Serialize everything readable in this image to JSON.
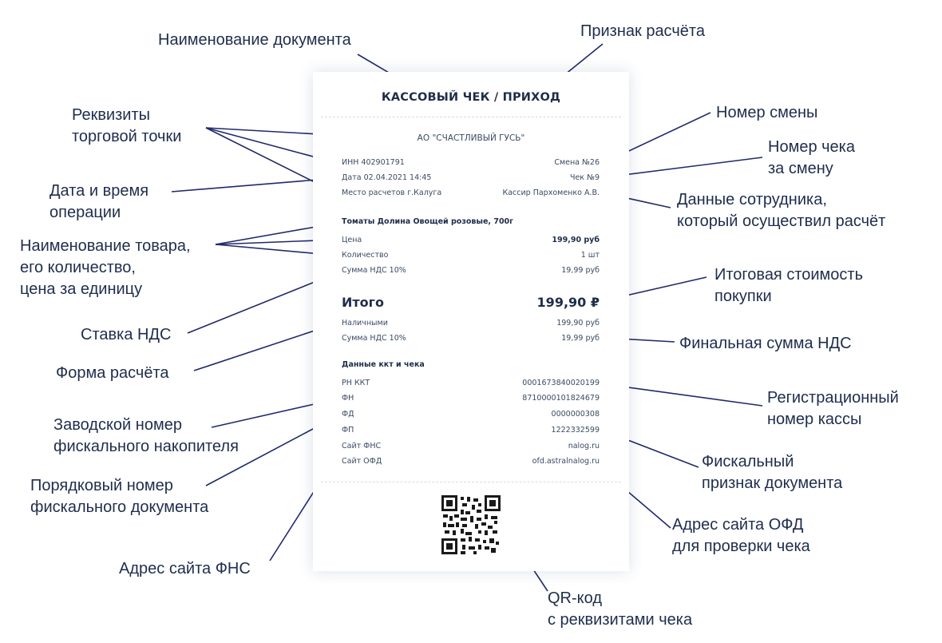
{
  "receipt": {
    "title": "КАССОВЫЙ ЧЕК / ПРИХОД",
    "org": "АО \"СЧАСТЛИВЫЙ ГУСЬ\"",
    "inn": "ИНН 402901791",
    "shift": "Смена №26",
    "date": "Дата 02.04.2021 14:45",
    "check_no": "Чек №9",
    "place": "Место расчетов г.Калуга",
    "cashier": "Кассир Пархоменко А.В.",
    "product": "Томаты Долина Овощей розовые, 700г",
    "price_label": "Цена",
    "price_value": "199,90 руб",
    "qty_label": "Количество",
    "qty_value": "1 шт",
    "vat_label": "Сумма НДС 10%",
    "vat_value": "19,99 руб",
    "total_label": "Итого",
    "total_value": "199,90 ₽",
    "cash_label": "Наличными",
    "cash_value": "199,90 руб",
    "vat2_label": "Сумма НДС 10%",
    "vat2_value": "19,99 руб",
    "kkt_header": "Данные ккт и чека",
    "rn_label": "РН ККТ",
    "rn_value": "0001673840020199",
    "fn_label": "ФН",
    "fn_value": "8710000101824679",
    "fd_label": "ФД",
    "fd_value": "0000000308",
    "fp_label": "ФП",
    "fp_value": "1222332599",
    "fns_label": "Сайт ФНС",
    "fns_value": "nalog.ru",
    "ofd_label": "Сайт ОФД",
    "ofd_value": "ofd.astralnalog.ru"
  },
  "labels": {
    "doc_name": "Наименование документа",
    "calc_sign": "Признак расчёта",
    "store_req_1": "Реквизиты",
    "store_req_2": "торговой точки",
    "shift_no": "Номер смены",
    "check_no_1": "Номер чека",
    "check_no_2": "за смену",
    "datetime_1": "Дата и время",
    "datetime_2": "операции",
    "employee_1": "Данные сотрудника,",
    "employee_2": "который осуществил расчёт",
    "product_1": "Наименование товара,",
    "product_2": "его количество,",
    "product_3": "цена за единицу",
    "total_1": "Итоговая стоимость",
    "total_2": "покупки",
    "vat_rate": "Ставка НДС",
    "final_vat": "Финальная сумма НДС",
    "pay_form": "Форма расчёта",
    "reg_1": "Регистрационный",
    "reg_2": "номер кассы",
    "fn_1": "Заводской номер",
    "fn_2": "фискального накопителя",
    "fp_1": "Фискальный",
    "fp_2": "признак документа",
    "fd_1": "Порядковый номер",
    "fd_2": "фискального документа",
    "ofd_1": "Адрес сайта ОФД",
    "ofd_2": "для проверки чека",
    "fns": "Адрес сайта ФНС",
    "qr_1": "QR-код",
    "qr_2": "с реквизитами чека"
  },
  "colors": {
    "label_text": "#1f2d4d",
    "line": "#1f2a6b",
    "receipt_text": "#3a4a62"
  }
}
